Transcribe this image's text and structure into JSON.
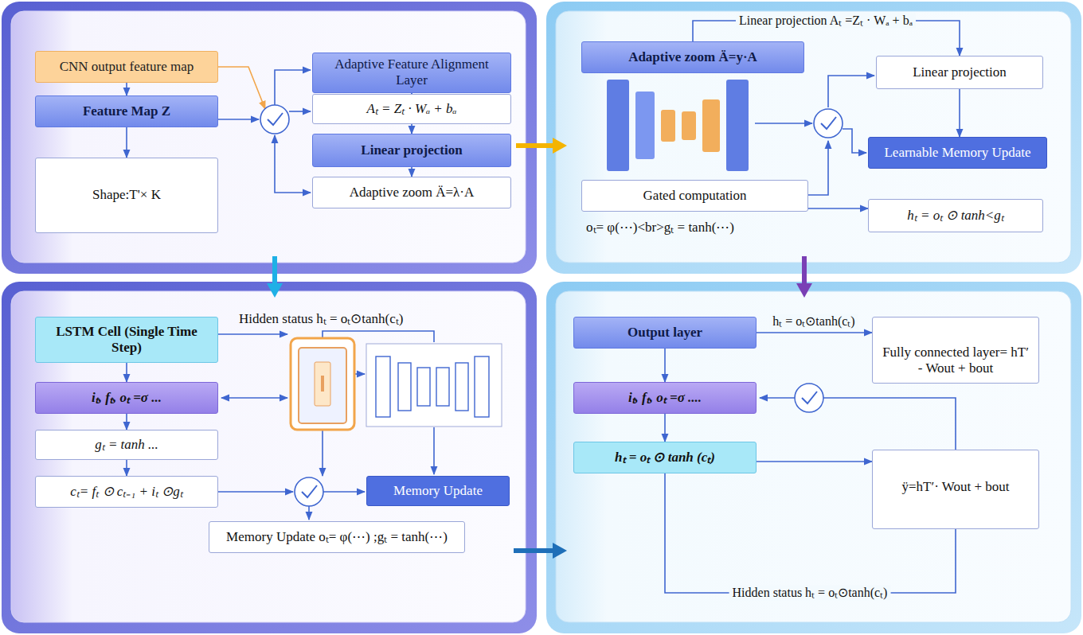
{
  "diagram": {
    "nodes": [
      {
        "text": [
          "CNN output feature map"
        ]
      },
      {
        "text": [
          "Feature Map Z"
        ]
      },
      {
        "text": [
          "Shape:T'× K"
        ]
      },
      {
        "text": [
          "Adaptive Feature Alignment Layer"
        ]
      },
      {
        "text": [
          "Aₜ = Zₜ · Wₐ + bₐ"
        ]
      },
      {
        "text": [
          "Linear projection"
        ]
      },
      {
        "text": [
          "Adaptive zoom Ä=λ·A"
        ]
      },
      {
        "text": [
          "Adaptive zoom Ä=y·A"
        ]
      },
      {
        "text": [
          "Linear projection"
        ]
      },
      {
        "text": [
          "Learnable Memory Update"
        ]
      },
      {
        "text": [
          "Gated computation"
        ]
      },
      {
        "text": [
          "hₜ = oₜ ⊙ tanh<gₜ"
        ]
      },
      {
        "text": [
          "LSTM Cell (Single Time Step)"
        ]
      },
      {
        "text": [
          "iₜ, fₜ, oₜ =σ ..."
        ]
      },
      {
        "text": [
          "gₜ = tanh ..."
        ]
      },
      {
        "text": [
          "cₜ= fₜ ⊙ cₜ₋₁ + iₜ ⊙gₜ"
        ]
      },
      {
        "text": [
          "Memory Update"
        ]
      },
      {
        "text": [
          "Memory Update oₜ= φ(⋯) ;gₜ = tanh(⋯)"
        ]
      },
      {
        "text": [
          "Output layer"
        ]
      },
      {
        "text": [
          "Fully connected layer= hT′ - Wout + bout"
        ]
      },
      {
        "text": [
          "iₜ, fₜ, oₜ =σ ...."
        ]
      },
      {
        "text": [
          "hₜ = oₜ ⊙ tanh (cₜ)"
        ]
      },
      {
        "text": [
          "ÿ=hT′· Wout + bout"
        ]
      }
    ],
    "edges": [
      {
        "from": 0,
        "to": 1,
        "arrow": "to"
      },
      {
        "from": 1,
        "to": 2,
        "arrow": "to"
      },
      {
        "from": 3,
        "to": 4,
        "arrow": "to"
      },
      {
        "from": 4,
        "to": 5,
        "arrow": "to"
      },
      {
        "from": 5,
        "to": 6,
        "arrow": "to"
      },
      {
        "from": 7,
        "to": 8,
        "label": "Linear projection Aₜ =Zₜ · Wₐ + bₐ",
        "arrow": "to"
      },
      {
        "from": 8,
        "to": 9,
        "arrow": "to"
      },
      {
        "from": 10,
        "to": 11,
        "arrow": "to"
      },
      {
        "from": 12,
        "to": 13,
        "arrow": "to"
      },
      {
        "from": 13,
        "to": 14,
        "arrow": "to"
      },
      {
        "from": 14,
        "to": 15,
        "arrow": "to"
      },
      {
        "from": 18,
        "to": 19,
        "label": "hₜ = oₜ⊙tanh(cₜ)",
        "arrow": "to"
      },
      {
        "from": 18,
        "to": 20,
        "arrow": "to"
      },
      {
        "from": 20,
        "to": 21,
        "arrow": "to"
      },
      {
        "from": 21,
        "to": 22,
        "arrow": "to"
      },
      {
        "from": 21,
        "to": 22,
        "label": "Hidden status hₜ = oₜ⊙tanh(cₜ)",
        "arrow": "none"
      }
    ],
    "labels": [
      "oₜ= φ(⋯)<br>gₜ = tanh(⋯)",
      "Hidden status hₜ = oₜ⊙tanh(cₜ)"
    ]
  }
}
